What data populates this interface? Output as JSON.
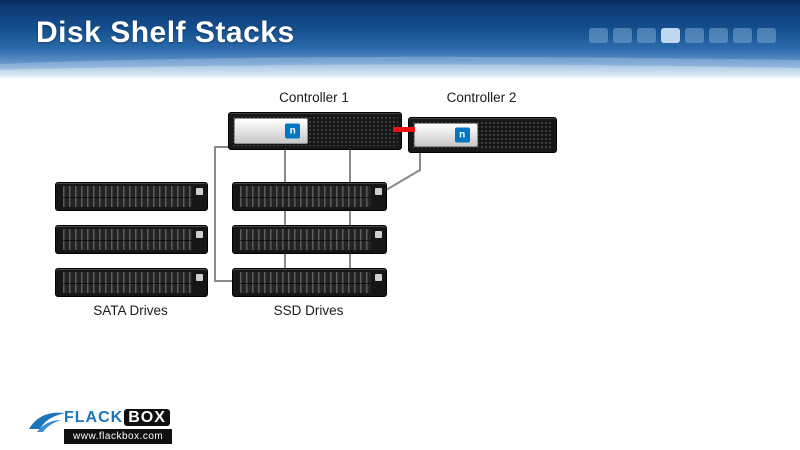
{
  "header": {
    "title": "Disk Shelf Stacks"
  },
  "diagram": {
    "controller1": {
      "label": "Controller 1"
    },
    "controller2": {
      "label": "Controller 2"
    },
    "stacks": {
      "sata_label": "SATA Drives",
      "ssd_label": "SSD Drives",
      "sata_shelf_count": 3,
      "ssd_shelf_count": 3
    },
    "netapp_letter": "n"
  },
  "footer": {
    "brand_part1": "FLACK",
    "brand_part2": "BOX",
    "website": "www.flackbox.com"
  },
  "colors": {
    "header_dark_blue": "#0e3a77",
    "header_light_blue": "#c2d8ec",
    "cable_red": "#ee1111",
    "cable_gray": "#8a8a8a",
    "netapp_blue": "#0077c0",
    "brand_blue": "#1b75bb",
    "chassis_black": "#161616"
  }
}
